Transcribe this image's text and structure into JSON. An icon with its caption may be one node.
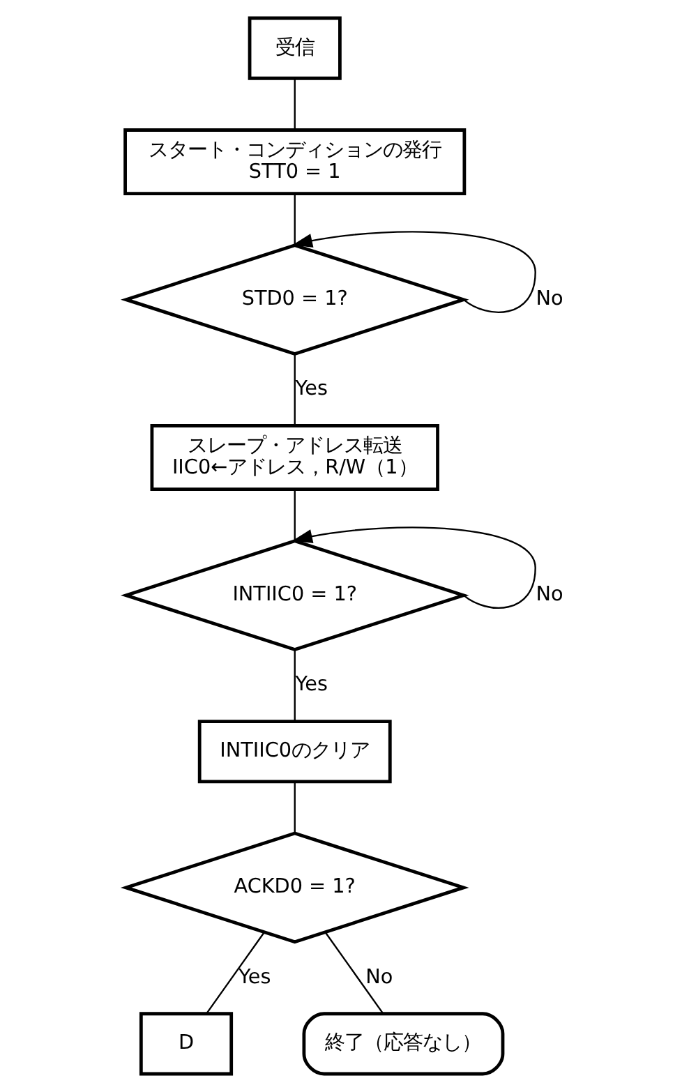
{
  "diagram": {
    "nodes": [
      {
        "text": [
          "受信"
        ]
      },
      {
        "text": [
          "スタート・コンディションの発行",
          "STT0 = 1"
        ]
      },
      {
        "text": [
          "STD0 = 1?"
        ]
      },
      {
        "text": [
          "スレープ・アドレス転送",
          "IIC0←アドレス，R/W（1）"
        ]
      },
      {
        "text": [
          "INTIIC0 = 1?"
        ]
      },
      {
        "text": [
          "INTIIC0のクリア"
        ]
      },
      {
        "text": [
          "ACKD0 = 1?"
        ]
      },
      {
        "text": [
          "D"
        ]
      },
      {
        "text": [
          "終了（応答なし）"
        ]
      }
    ],
    "edges": [
      {
        "from": 0,
        "to": 1,
        "arrow": "none"
      },
      {
        "from": 1,
        "to": 2,
        "arrow": "none"
      },
      {
        "from": 2,
        "to": 2,
        "label": "No",
        "arrow": "to"
      },
      {
        "from": 2,
        "to": 3,
        "label": "Yes",
        "arrow": "none"
      },
      {
        "from": 3,
        "to": 4,
        "arrow": "none"
      },
      {
        "from": 4,
        "to": 4,
        "label": "No",
        "arrow": "to"
      },
      {
        "from": 4,
        "to": 5,
        "label": "Yes",
        "arrow": "none"
      },
      {
        "from": 5,
        "to": 6,
        "arrow": "none"
      },
      {
        "from": 6,
        "to": 7,
        "label": "Yes",
        "arrow": "none"
      },
      {
        "from": 6,
        "to": 8,
        "label": "No",
        "arrow": "none"
      }
    ]
  }
}
